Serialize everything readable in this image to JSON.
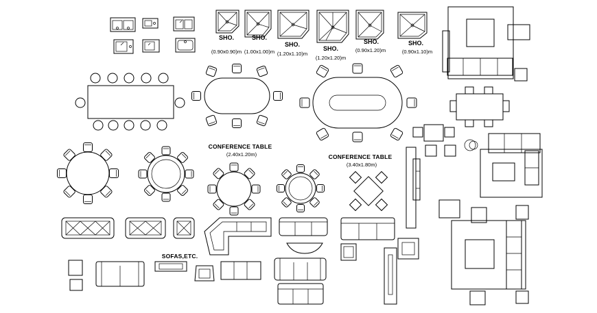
{
  "colors": {
    "line": "#000000",
    "background": "#ffffff"
  },
  "shower_labels": [
    {
      "name": "SHO.",
      "size": "(0.90x0.90)m"
    },
    {
      "name": "SHO.",
      "size": "(1.00x1.00)m"
    },
    {
      "name": "SHO.",
      "size": "(1.20x1.10)m"
    },
    {
      "name": "SHO.",
      "size": "(1.20x1.20)m"
    },
    {
      "name": "SHO.",
      "size": "(0.90x1.20)m"
    },
    {
      "name": "SHO.",
      "size": "(0.90x1.10)m"
    }
  ],
  "conference_small": {
    "title": "CONFERENCE TABLE",
    "size": "(2.40x1.20m)"
  },
  "conference_large": {
    "title": "CONFERENCE TABLE",
    "size": "(3.40x1.80m)"
  },
  "sofas_label": "SOFAS,ETC."
}
